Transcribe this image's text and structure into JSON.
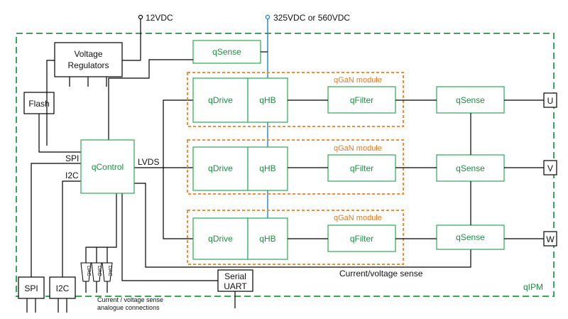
{
  "power": {
    "supply_low": "12VDC",
    "supply_high": "325VDC or 560VDC"
  },
  "ipm": {
    "label": "qIPM"
  },
  "blocks": {
    "voltage_regulators_line1": "Voltage",
    "voltage_regulators_line2": "Regulators",
    "flash": "Flash",
    "qcontrol": "qControl",
    "qsense_top": "qSense",
    "serial_uart_line1": "Serial",
    "serial_uart_line2": "UART",
    "spi_port": "SPI",
    "i2c_port": "I2C"
  },
  "modules": [
    {
      "title": "qGaN module",
      "drive": "qDrive",
      "hb": "qHB",
      "filter": "qFilter",
      "sense": "qSense",
      "phase": "U"
    },
    {
      "title": "qGaN module",
      "drive": "qDrive",
      "hb": "qHB",
      "filter": "qFilter",
      "sense": "qSense",
      "phase": "V"
    },
    {
      "title": "qGaN module",
      "drive": "qDrive",
      "hb": "qHB",
      "filter": "qFilter",
      "sense": "qSense",
      "phase": "W"
    }
  ],
  "signals": {
    "spi": "SPI",
    "i2c": "I2C",
    "lvds": "LVDS",
    "current_voltage_sense": "Current/voltage sense"
  },
  "dacs": [
    "DAC",
    "DAC",
    "DAC"
  ],
  "notes": {
    "analogue_line1": "Current / voltage sense",
    "analogue_line2": "analogue connections"
  },
  "colors": {
    "ipm_border": "#3aa85a",
    "module_border": "#ee8f3e",
    "block_border": "#2ca858",
    "hv_bus": "#1f86c8"
  }
}
